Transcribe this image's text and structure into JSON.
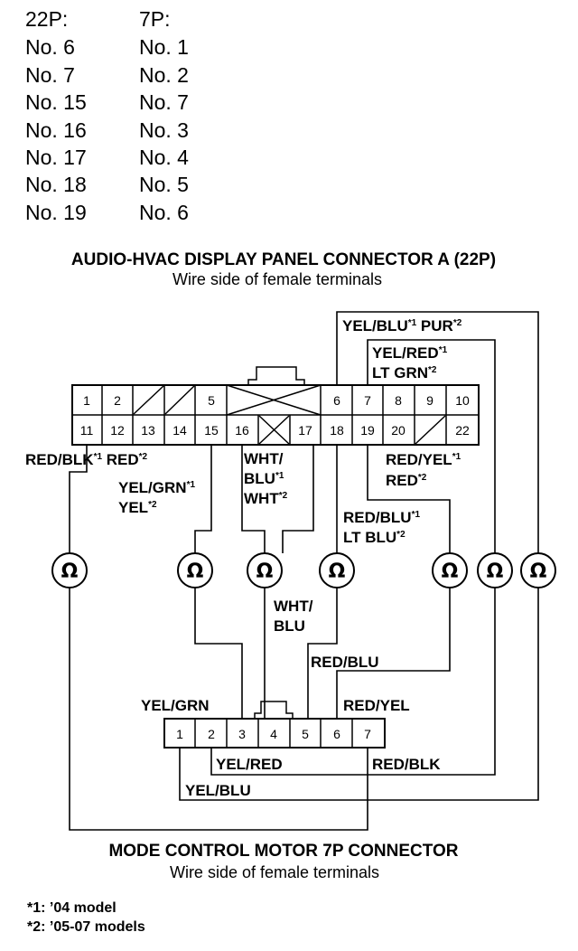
{
  "table": {
    "header_left": "22P:",
    "header_right": "7P:",
    "rows": [
      [
        "No. 6",
        "No. 1"
      ],
      [
        "No. 7",
        "No. 2"
      ],
      [
        "No. 15",
        "No. 7"
      ],
      [
        "No. 16",
        "No. 3"
      ],
      [
        "No. 17",
        "No. 4"
      ],
      [
        "No. 18",
        "No. 5"
      ],
      [
        "No. 19",
        "No. 6"
      ]
    ]
  },
  "connector_a": {
    "title": "AUDIO-HVAC DISPLAY PANEL CONNECTOR A (22P)",
    "subtitle": "Wire side of female terminals",
    "top_row": [
      "1",
      "2",
      "",
      "",
      "5",
      "",
      "",
      "6",
      "7",
      "8",
      "9",
      "10"
    ],
    "bottom_row": [
      "11",
      "12",
      "13",
      "14",
      "15",
      "16",
      "",
      "17",
      "18",
      "19",
      "20",
      "",
      "22"
    ]
  },
  "connector_b": {
    "title": "MODE CONTROL MOTOR 7P CONNECTOR",
    "subtitle": "Wire side of female terminals",
    "pins": [
      "1",
      "2",
      "3",
      "4",
      "5",
      "6",
      "7"
    ]
  },
  "wire_labels": {
    "yel_blu_pur": [
      "YEL/BLU",
      "*1",
      " PUR",
      "*2"
    ],
    "yel_red_ltgrn_1": [
      "YEL/RED",
      "*1"
    ],
    "yel_red_ltgrn_2": [
      "LT GRN",
      "*2"
    ],
    "red_blk_red": [
      "RED/BLK",
      "*1",
      " RED",
      "*2"
    ],
    "wht_blu_wht_1": [
      "WHT/",
      ""
    ],
    "wht_blu_wht_2": [
      "BLU",
      "*1"
    ],
    "wht_blu_wht_3": [
      "WHT",
      "*2"
    ],
    "red_yel_red_1": [
      "RED/YEL",
      "*1"
    ],
    "red_yel_red_2": [
      "RED",
      "*2"
    ],
    "yel_grn_yel_1": [
      "YEL/GRN",
      "*1"
    ],
    "yel_grn_yel_2": [
      "YEL",
      "*2"
    ],
    "red_blu_ltblu_1": [
      "RED/BLU",
      "*1"
    ],
    "red_blu_ltblu_2": [
      "LT BLU",
      "*2"
    ],
    "wht_blu_mid_1": "WHT/",
    "wht_blu_mid_2": "BLU",
    "red_blu_bottom": "RED/BLU",
    "yel_grn_bottom": "YEL/GRN",
    "red_yel_bottom": "RED/YEL",
    "yel_red_bottom": "YEL/RED",
    "red_blk_bottom": "RED/BLK",
    "yel_blu_bottom": "YEL/BLU"
  },
  "ohm_symbol": "Ω",
  "footnotes": [
    "*1: ’04 model",
    "*2: ’05-07 models"
  ]
}
